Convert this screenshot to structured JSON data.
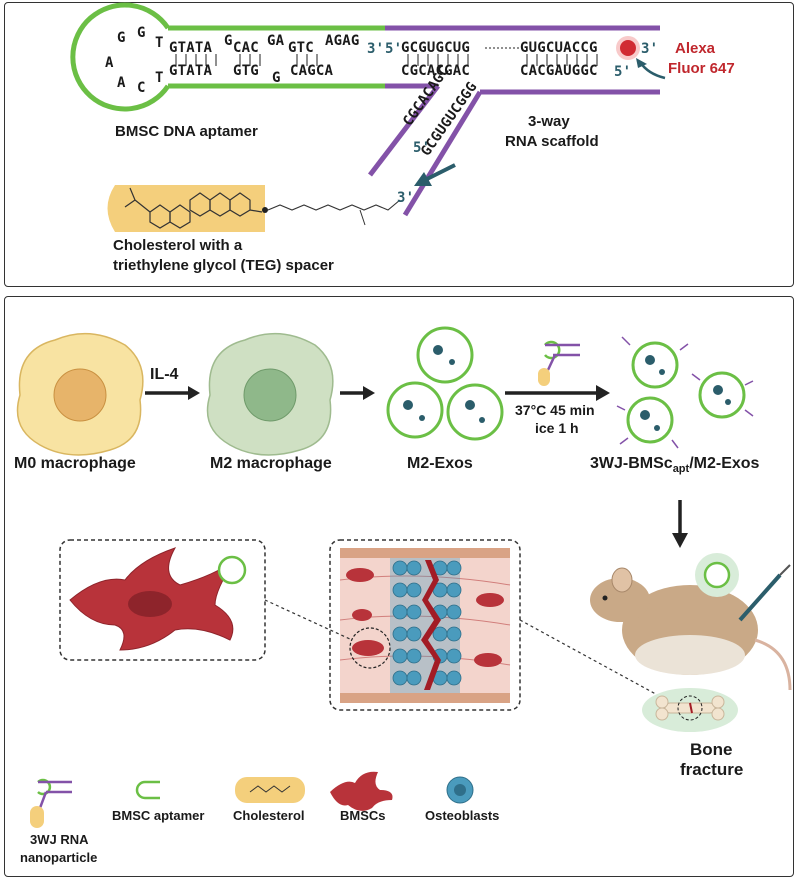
{
  "top": {
    "loop_letters": [
      "G",
      "G",
      "A",
      "A",
      "C",
      "T",
      "T"
    ],
    "aptamer_upper": "GTATA",
    "aptamer_upper_b": "CAC",
    "aptamer_upper_g": "G",
    "aptamer_upper_ga": "GA",
    "aptamer_upper_gtc": "GTC",
    "aptamer_upper_agag": "AGAG",
    "three_prime_1": "3'",
    "five_prime_1": "5'",
    "strand_upper_right_a": "GCGUGCUG",
    "strand_upper_right_b": "GUGCUACCG",
    "three_prime_2": "3'",
    "aptamer_lower": "GTATA",
    "aptamer_lower_b": "GTG",
    "aptamer_lower_g": "G",
    "aptamer_lower_c": "CAGCA",
    "strand_lower_right_a": "CGCACGAC",
    "strand_lower_right_b": "CACGAUGGC",
    "five_prime_2": "5'",
    "diag_upper": "CGCACAGC",
    "diag_lower": "GCGUGUCGGG",
    "five_prime_3": "5'",
    "three_prime_3": "3'",
    "alexa_line1": "Alexa",
    "alexa_line2": "Fluor 647",
    "bmsc_label": "BMSC DNA aptamer",
    "scaffold_line1": "3-way",
    "scaffold_line2": "RNA scaffold",
    "chol_line1": "Cholesterol with a",
    "chol_line2": "triethylene glycol (TEG) spacer"
  },
  "bottom": {
    "m0_label": "M0 macrophage",
    "il4_label": "IL-4",
    "m2_label": "M2 macrophage",
    "exos_label": "M2-Exos",
    "cond_line1": "37°C 45 min",
    "cond_line2": "ice 1 h",
    "product_prefix": "3WJ-BMSc",
    "product_sub": "apt",
    "product_suffix": "/M2-Exos",
    "bone_line1": "Bone",
    "bone_line2": "fracture"
  },
  "legend": {
    "item1_line1": "3WJ RNA",
    "item1_line2": "nanoparticle",
    "item2": "BMSC aptamer",
    "item3": "Cholesterol",
    "item4": "BMSCs",
    "item5": "Osteoblasts"
  },
  "colors": {
    "green": "#6bbf45",
    "purple": "#8352a8",
    "teal": "#2b5d6b",
    "alexa": "#c0272d",
    "cholesterol": "#f4cf7c",
    "m0": "#f8e3a2",
    "m0_nucleus": "#e7b46a",
    "m2": "#cfe0c3",
    "m2_nucleus": "#8fb88a",
    "bmsc": "#b8333a",
    "osteoblast": "#4a9bbd"
  }
}
